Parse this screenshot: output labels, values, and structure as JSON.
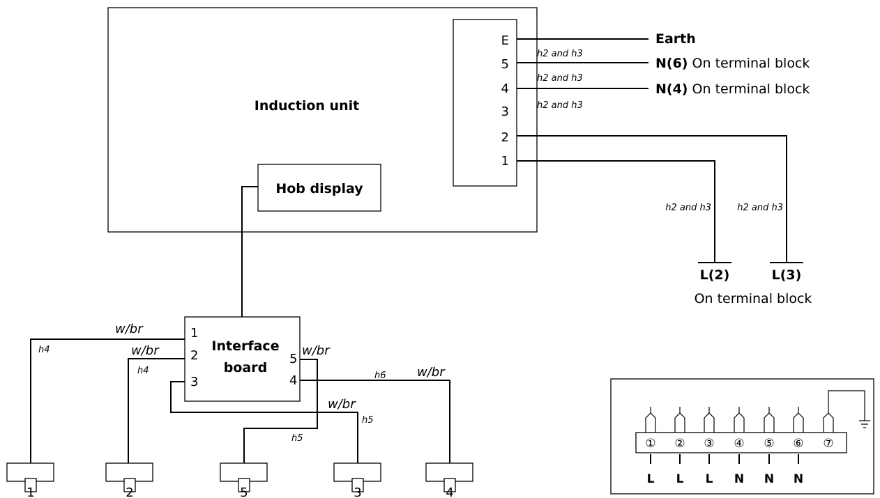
{
  "induction_unit": {
    "title": "Induction unit",
    "terminals": [
      "E",
      "5",
      "4",
      "3",
      "2",
      "1"
    ],
    "hob_display": "Hob display"
  },
  "outputs": {
    "earth": "Earth",
    "n6_code": "N(6)",
    "n4_code": "N(4)",
    "on_terminal_block": "On terminal block",
    "l2": "L(2)",
    "l3": "L(3)"
  },
  "wire_codes": {
    "h2h3": "h2 and h3",
    "h4": "h4",
    "h5": "h5",
    "h6": "h6",
    "wbr": "w/br"
  },
  "interface_board": {
    "title_line1": "Interface",
    "title_line2": "board",
    "terminals": [
      "1",
      "2",
      "3",
      "4",
      "5"
    ]
  },
  "hob_elements": [
    "1",
    "2",
    "5",
    "3",
    "4"
  ],
  "terminal_block": {
    "numbers": [
      "①",
      "②",
      "③",
      "④",
      "⑤",
      "⑥",
      "⑦"
    ],
    "letters": [
      "L",
      "L",
      "L",
      "N",
      "N",
      "N"
    ]
  }
}
